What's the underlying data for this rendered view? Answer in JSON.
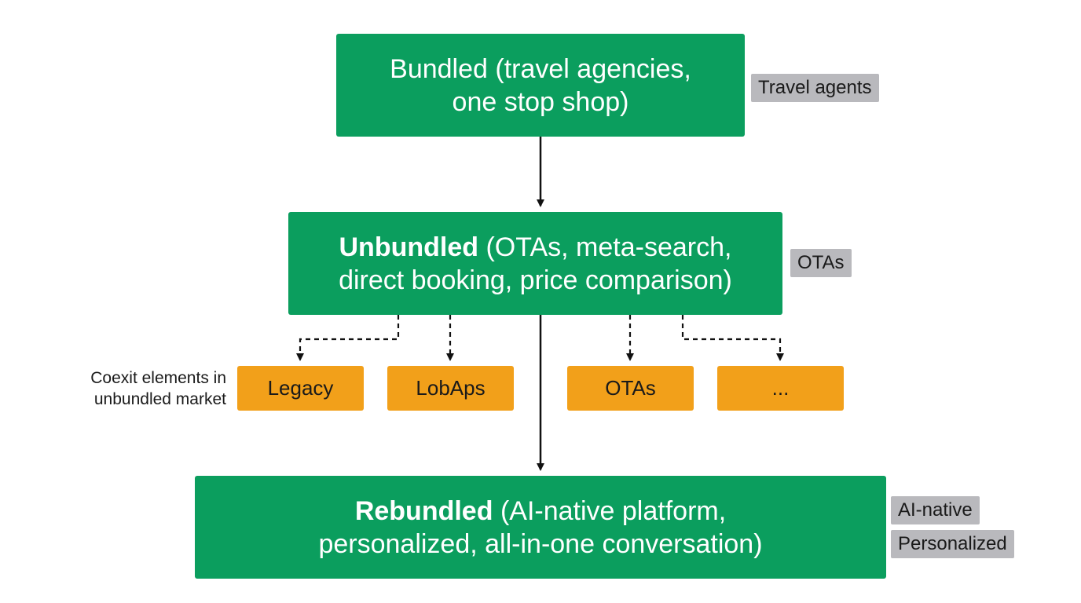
{
  "colors": {
    "green": "#0b9e5e",
    "orange": "#f2a01a",
    "tag_gray": "#b9b9bd",
    "arrow": "#111111"
  },
  "nodes": {
    "bundled": {
      "line1": "Bundled (travel agencies,",
      "line2": "one stop shop)"
    },
    "unbundled": {
      "bold": "Unbundled",
      "line1_rest": " (OTAs, meta-search,",
      "line2": "direct booking, price comparison)"
    },
    "rebundled": {
      "bold": "Rebundled",
      "line1_rest": " (AI-native platform,",
      "line2": "personalized, all-in-one conversation)"
    }
  },
  "tags": {
    "travel_agents": "Travel agents",
    "otas": "OTAs",
    "ai_native": "AI-native",
    "personalized": "Personalized"
  },
  "coexist_label": {
    "line1": "Coexit elements in",
    "line2": "unbundled market"
  },
  "elements": [
    {
      "label": "Legacy"
    },
    {
      "label": "LobAps"
    },
    {
      "label": "OTAs"
    },
    {
      "label": "..."
    }
  ]
}
